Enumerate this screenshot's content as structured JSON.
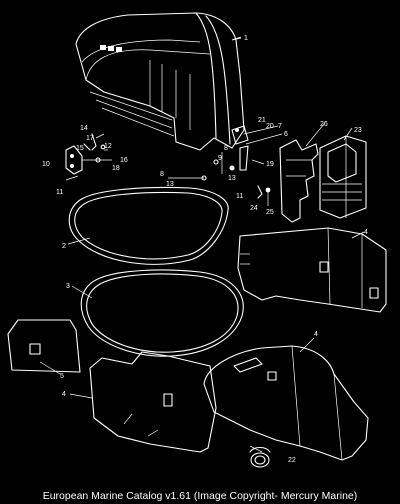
{
  "caption": "European Marine Catalog v1.61 (Image Copyright- Mercury Marine)",
  "callouts": [
    "1",
    "2",
    "3",
    "4",
    "4",
    "4",
    "5",
    "6",
    "7",
    "8",
    "8",
    "9",
    "10",
    "11",
    "11",
    "12",
    "13",
    "13",
    "14",
    "15",
    "16",
    "17",
    "18",
    "19",
    "20",
    "21",
    "22",
    "23",
    "24",
    "25",
    "26"
  ],
  "colors": {
    "background": "#000000",
    "linework": "#ffffff"
  }
}
